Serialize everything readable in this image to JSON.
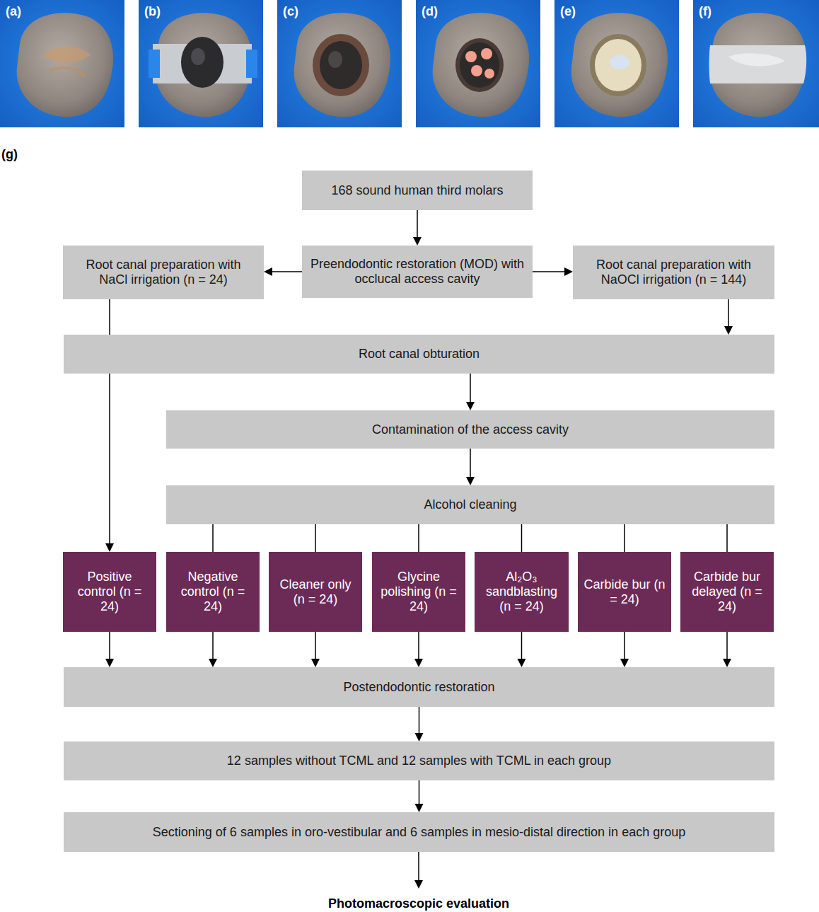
{
  "diagram": {
    "nodes": [
      {
        "text": [
          "168 sound human third molars"
        ]
      },
      {
        "text": [
          "Root canal preparation with NaCl irrigation (n = 24)"
        ]
      },
      {
        "text": [
          "Preendodontic restoration (MOD) with occlucal access cavity"
        ]
      },
      {
        "text": [
          "Root canal preparation with NaOCl irrigation (n = 144)"
        ]
      },
      {
        "text": [
          "Root canal obturation"
        ]
      },
      {
        "text": [
          "Contamination of the access cavity"
        ]
      },
      {
        "text": [
          "Alcohol cleaning"
        ]
      },
      {
        "text": [
          "Positive control (n = 24)"
        ]
      },
      {
        "text": [
          "Negative control (n = 24)"
        ]
      },
      {
        "text": [
          "Cleaner only (n = 24)"
        ]
      },
      {
        "text": [
          "Glycine polishing (n = 24)"
        ]
      },
      {
        "text": [
          "Al₂O₃ sandblasting (n = 24)"
        ]
      },
      {
        "text": [
          "Carbide bur (n = 24)"
        ]
      },
      {
        "text": [
          "Carbide bur delayed (n = 24)"
        ]
      },
      {
        "text": [
          "Postendodontic restoration"
        ]
      },
      {
        "text": [
          "12 samples without TCML and 12 samples with TCML in each group"
        ]
      },
      {
        "text": [
          "Sectioning of 6 samples in oro-vestibular and 6 samples in mesio-distal direction in each group"
        ]
      }
    ],
    "edges": [
      {
        "from": 0,
        "to": 2,
        "arrow": "to"
      },
      {
        "from": 2,
        "to": 1,
        "arrow": "to"
      },
      {
        "from": 2,
        "to": 3,
        "arrow": "to"
      },
      {
        "from": 3,
        "to": 4,
        "arrow": "to"
      },
      {
        "from": 1,
        "to": 7,
        "arrow": "to"
      },
      {
        "from": 4,
        "to": 5,
        "arrow": "to"
      },
      {
        "from": 5,
        "to": 6,
        "arrow": "to"
      },
      {
        "from": 6,
        "to": 8,
        "arrow": "none"
      },
      {
        "from": 6,
        "to": 9,
        "arrow": "none"
      },
      {
        "from": 6,
        "to": 10,
        "arrow": "none"
      },
      {
        "from": 6,
        "to": 11,
        "arrow": "none"
      },
      {
        "from": 6,
        "to": 12,
        "arrow": "none"
      },
      {
        "from": 6,
        "to": 13,
        "arrow": "none"
      },
      {
        "from": 7,
        "to": 14,
        "arrow": "to"
      },
      {
        "from": 8,
        "to": 14,
        "arrow": "to"
      },
      {
        "from": 9,
        "to": 14,
        "arrow": "to"
      },
      {
        "from": 10,
        "to": 14,
        "arrow": "to"
      },
      {
        "from": 11,
        "to": 14,
        "arrow": "to"
      },
      {
        "from": 12,
        "to": 14,
        "arrow": "to"
      },
      {
        "from": 13,
        "to": 14,
        "arrow": "to"
      },
      {
        "from": 14,
        "to": 15,
        "arrow": "to"
      },
      {
        "from": 15,
        "to": 16,
        "arrow": "to"
      }
    ],
    "labels": [
      "(a)",
      "(b)",
      "(c)",
      "(d)",
      "(e)",
      "(f)",
      "(g)",
      "Photomacroscopic evaluation"
    ]
  }
}
